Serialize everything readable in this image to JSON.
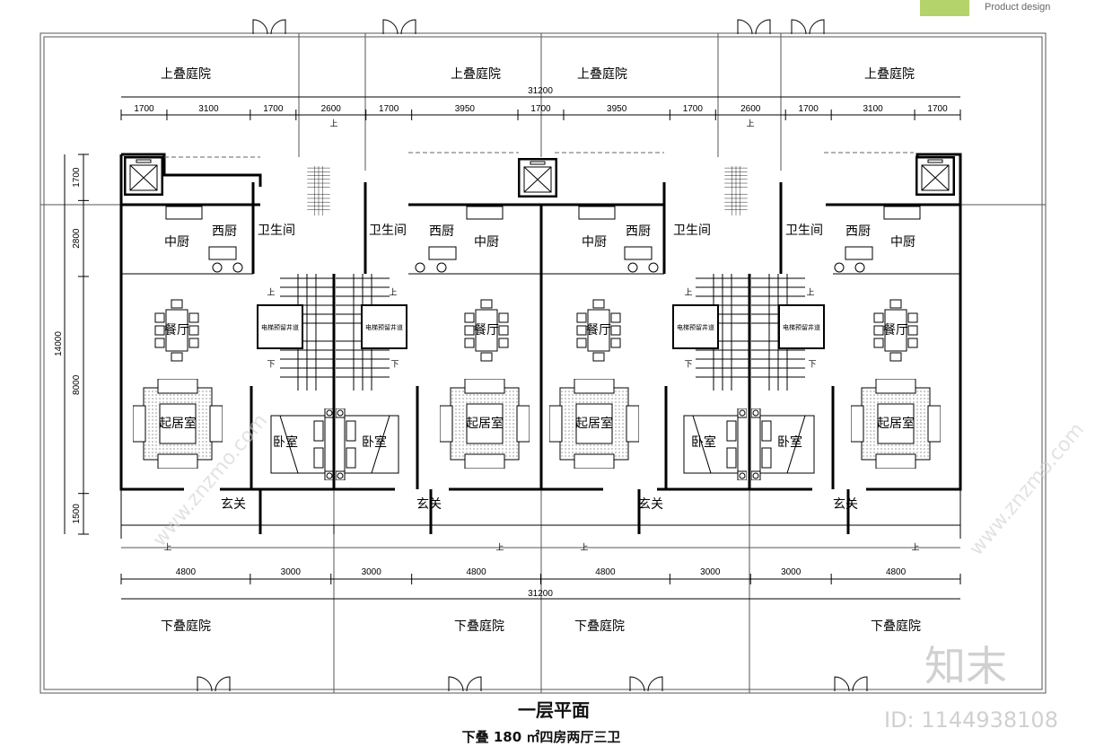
{
  "logo": {
    "subtitle": "Product design",
    "brand_color": "#b5d36b"
  },
  "title": "一层平面",
  "subtitle": "下叠 180 ㎡四房两厅三卫",
  "watermark": {
    "brand": "知末",
    "id": "ID: 1144938108",
    "site": "www.znzmo.com"
  },
  "stair": {
    "up": "上",
    "down": "下"
  },
  "units": [
    {
      "garden_top": "上叠庭院",
      "chinese_kitchen": "中厨",
      "western_kitchen": "西厨",
      "bathroom": "卫生间",
      "dining": "餐厅",
      "living": "起居室",
      "bedroom": "卧室",
      "entry": "玄关",
      "garden_bottom": "下叠庭院",
      "elevator_shaft": "电梯预留井道"
    },
    {
      "garden_top": "上叠庭院",
      "chinese_kitchen": "中厨",
      "western_kitchen": "西厨",
      "bathroom": "卫生间",
      "dining": "餐厅",
      "living": "起居室",
      "bedroom": "卧室",
      "entry": "玄关",
      "garden_bottom": "下叠庭院",
      "elevator_shaft": "电梯预留井道"
    },
    {
      "garden_top": "上叠庭院",
      "chinese_kitchen": "中厨",
      "western_kitchen": "西厨",
      "bathroom": "卫生间",
      "dining": "餐厅",
      "living": "起居室",
      "bedroom": "卧室",
      "entry": "玄关",
      "garden_bottom": "下叠庭院",
      "elevator_shaft": "电梯预留井道"
    },
    {
      "garden_top": "上叠庭院",
      "chinese_kitchen": "中厨",
      "western_kitchen": "西厨",
      "bathroom": "卫生间",
      "dining": "餐厅",
      "living": "起居室",
      "bedroom": "卧室",
      "entry": "玄关",
      "garden_bottom": "下叠庭院",
      "elevator_shaft": "电梯预留井道"
    }
  ],
  "dimensions": {
    "top_total": 31200,
    "top": [
      1700,
      3100,
      1700,
      2600,
      1700,
      3950,
      1700,
      3950,
      1700,
      2600,
      1700,
      3100,
      1700
    ],
    "bottom_total": 31200,
    "bottom": [
      4800,
      3000,
      3000,
      4800,
      4800,
      3000,
      3000,
      4800
    ],
    "left_total": 14000,
    "left": [
      1700,
      2800,
      8000,
      1500
    ]
  }
}
